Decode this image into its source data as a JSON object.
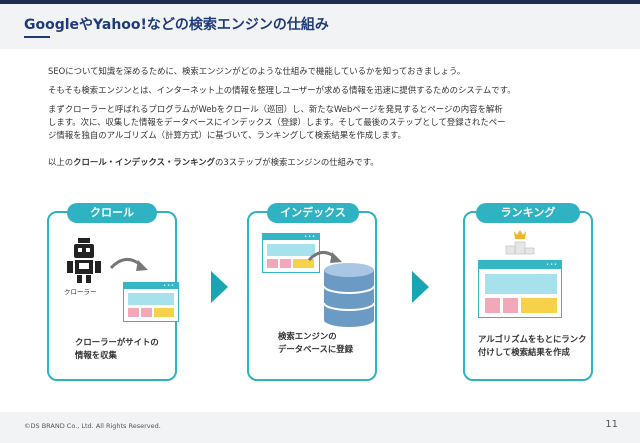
{
  "header": {
    "title": "GoogleやYahoo!などの検索エンジンの仕組み"
  },
  "intro": {
    "p1": "SEOについて知識を深めるために、検索エンジンがどのような仕組みで機能しているかを知っておきましょう。",
    "p2": "そもそも検索エンジンとは、インターネット上の情報を整理しユーザーが求める情報を迅速に提供するためのシステムです。",
    "p3_line1": "まずクローラーと呼ばれるプログラムがWebをクロール（巡回）し、新たなWebページを発見するとページの内容を解析",
    "p3_line2": "します。次に、収集した情報をデータベースにインデックス（登録）します。そして最後のステップとして登録されたペー",
    "p3_line3": "ジ情報を独自のアルゴリズム（計算方式）に基づいて、ランキングして検索結果を作成します。",
    "p4_prefix": "以上の",
    "p4_bold": "クロール・インデックス・ランキング",
    "p4_suffix": "の3ステップが検索エンジンの仕組みです。"
  },
  "steps": [
    {
      "label": "クロール",
      "sublabel": "クローラー",
      "caption_line1": "クローラーがサイトの",
      "caption_line2": "情報を収集"
    },
    {
      "label": "インデックス",
      "caption_line1": "検索エンジンの",
      "caption_line2": "データベースに登録"
    },
    {
      "label": "ランキング",
      "caption_line1": "アルゴリズムをもとにランク",
      "caption_line2": "付けして検索結果を作成"
    }
  ],
  "colors": {
    "accent": "#2fb3c2",
    "title": "#1e3a78",
    "navy": "#1e2c52",
    "db": "#6b9ac4"
  },
  "footer": {
    "copyright": "©DS BRAND Co., Ltd. All Rights Reserved.",
    "page": "11"
  }
}
